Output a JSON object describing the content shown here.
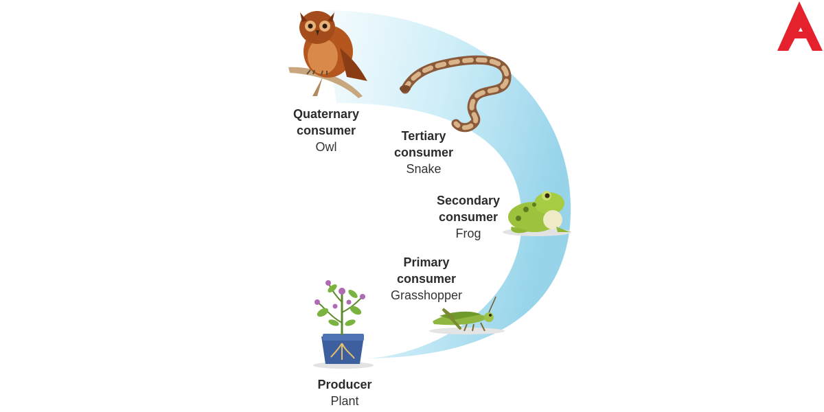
{
  "levels": {
    "quaternary": {
      "role_line1": "Quaternary",
      "role_line2": "consumer",
      "organism": "Owl"
    },
    "tertiary": {
      "role_line1": "Tertiary",
      "role_line2": "consumer",
      "organism": "Snake"
    },
    "secondary": {
      "role_line1": "Secondary",
      "role_line2": "consumer",
      "organism": "Frog"
    },
    "primary": {
      "role_line1": "Primary",
      "role_line2": "consumer",
      "organism": "Grasshopper"
    },
    "producer": {
      "role_line1": "Producer",
      "organism": "Plant"
    }
  },
  "icons": [
    "owl-icon",
    "snake-icon",
    "frog-icon",
    "grasshopper-icon",
    "plant-icon",
    "brand-logo-icon"
  ],
  "colors": {
    "arc_light": "#f3fbfe",
    "arc_dark": "#9fd8ec",
    "brand_red": "#e5212e"
  }
}
